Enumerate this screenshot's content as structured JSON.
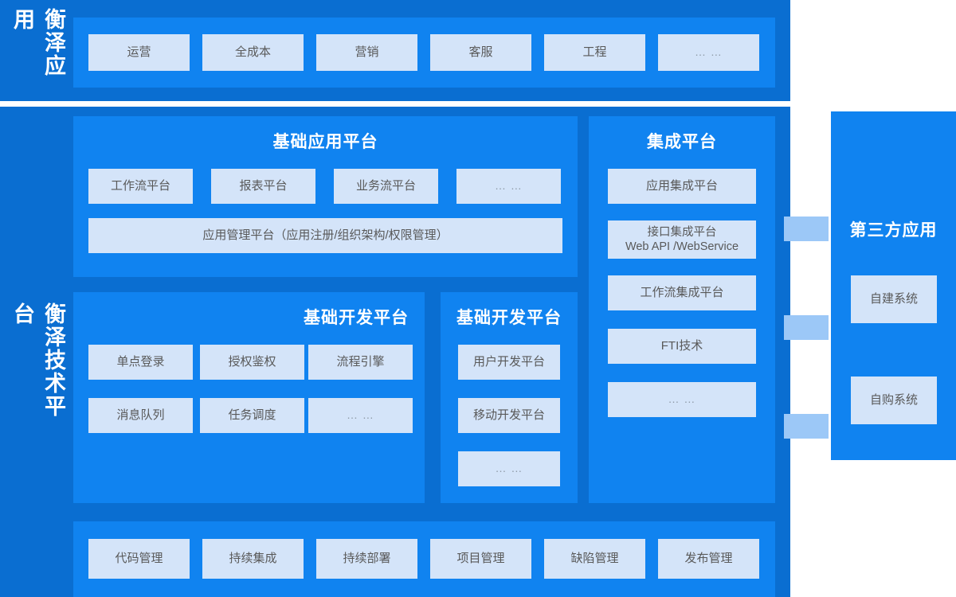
{
  "colors": {
    "band": "#0a6ed1",
    "panel": "#1083f0",
    "tile": "#d4e4f9",
    "tile_text": "#595959",
    "connector": "#9cc8f7",
    "title_text": "#ffffff",
    "page_background": "#ffffff"
  },
  "sections": {
    "application_layer": {
      "vertical_label": "衡泽应用",
      "tiles": [
        {
          "label": "运营"
        },
        {
          "label": "全成本"
        },
        {
          "label": "营销"
        },
        {
          "label": "客服"
        },
        {
          "label": "工程"
        },
        {
          "label": "… …"
        }
      ]
    },
    "technology_layer": {
      "vertical_label": "衡泽技术平台",
      "base_application_platform": {
        "title": "基础应用平台",
        "tiles": [
          {
            "label": "工作流平台"
          },
          {
            "label": "报表平台"
          },
          {
            "label": "业务流平台"
          },
          {
            "label": "… …"
          }
        ],
        "wide_tile": {
          "label": "应用管理平台（应用注册/组织架构/权限管理）"
        }
      },
      "integration_platform": {
        "title": "集成平台",
        "tiles": [
          {
            "label": "应用集成平台",
            "lines": [
              "应用集成平台"
            ]
          },
          {
            "label": "接口集成平台 Web API /WebService",
            "lines": [
              "接口集成平台",
              "Web API /WebService"
            ]
          },
          {
            "label": "工作流集成平台",
            "lines": [
              "工作流集成平台"
            ]
          },
          {
            "label": "FTI技术",
            "lines": [
              "FTI技术"
            ]
          },
          {
            "label": "… …",
            "lines": [
              "… …"
            ]
          }
        ]
      },
      "base_development_platform_left": {
        "title": "基础开发平台",
        "tiles": [
          {
            "label": "单点登录"
          },
          {
            "label": "授权鉴权"
          },
          {
            "label": "流程引擎"
          },
          {
            "label": "消息队列"
          },
          {
            "label": "任务调度"
          },
          {
            "label": "… …"
          }
        ]
      },
      "base_development_platform_right": {
        "title": "基础开发平台",
        "tiles": [
          {
            "label": "用户开发平台"
          },
          {
            "label": "移动开发平台"
          },
          {
            "label": "… …"
          }
        ]
      },
      "devops_row": {
        "tiles": [
          {
            "label": "代码管理"
          },
          {
            "label": "持续集成"
          },
          {
            "label": "持续部署"
          },
          {
            "label": "项目管理"
          },
          {
            "label": "缺陷管理"
          },
          {
            "label": "发布管理"
          }
        ]
      }
    },
    "third_party": {
      "title": "第三方应用",
      "tiles": [
        {
          "label": "自建系统"
        },
        {
          "label": "自购系统"
        }
      ]
    }
  }
}
